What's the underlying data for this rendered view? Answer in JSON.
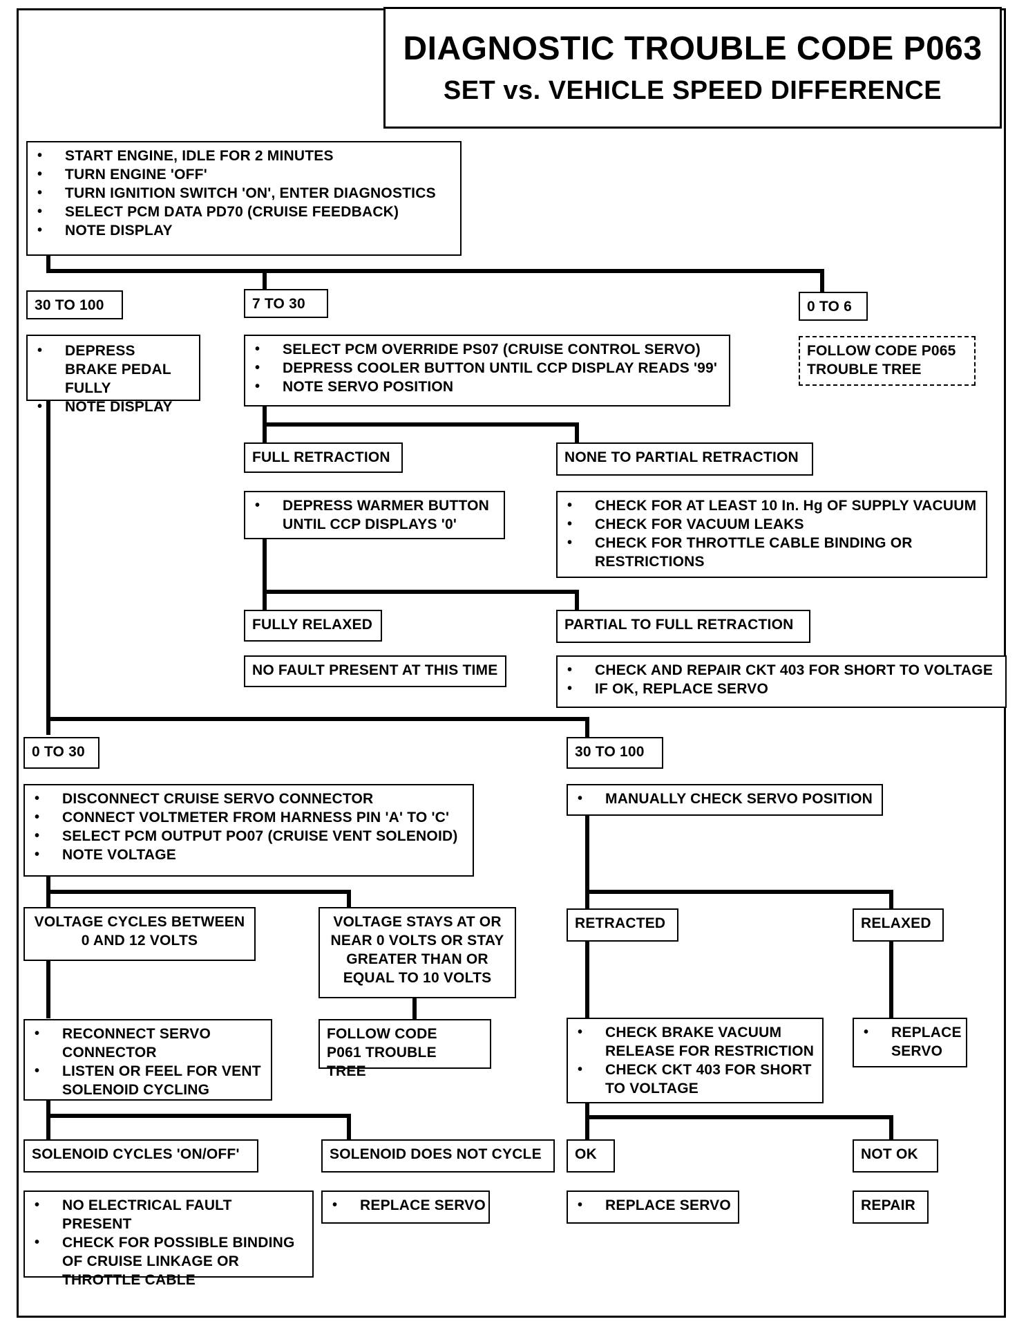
{
  "title": "DIAGNOSTIC TROUBLE CODE P063",
  "subtitle": "SET vs. VEHICLE SPEED DIFFERENCE",
  "steps": {
    "start": [
      "START ENGINE, IDLE FOR 2 MINUTES",
      "TURN ENGINE 'OFF'",
      "TURN IGNITION SWITCH 'ON', ENTER DIAGNOSTICS",
      "SELECT PCM DATA PD70 (CRUISE FEEDBACK)",
      "NOTE DISPLAY"
    ],
    "branch_30_100_a": "30 TO 100",
    "branch_7_30": "7 TO 30",
    "branch_0_6": "0 TO 6",
    "brake": [
      "DEPRESS BRAKE PEDAL FULLY",
      "NOTE DISPLAY"
    ],
    "override": [
      "SELECT PCM OVERRIDE PS07 (CRUISE CONTROL SERVO)",
      "DEPRESS COOLER BUTTON UNTIL CCP DISPLAY READS '99'",
      "NOTE SERVO POSITION"
    ],
    "follow_p065": "FOLLOW CODE P065 TROUBLE TREE",
    "full_retraction": "FULL RETRACTION",
    "none_partial": "NONE TO PARTIAL RETRACTION",
    "warmer": [
      "DEPRESS WARMER  BUTTON UNTIL CCP DISPLAYS '0'"
    ],
    "vacuum_checks": [
      "CHECK FOR AT LEAST 10 In. Hg OF SUPPLY VACUUM",
      "CHECK FOR VACUUM LEAKS",
      "CHECK FOR THROTTLE CABLE BINDING OR RESTRICTIONS"
    ],
    "fully_relaxed": "FULLY RELAXED",
    "partial_full": "PARTIAL TO FULL RETRACTION",
    "no_fault": "NO FAULT PRESENT AT THIS TIME",
    "ckt403_short": [
      "CHECK AND REPAIR CKT 403 FOR SHORT TO VOLTAGE",
      "IF OK, REPLACE SERVO"
    ],
    "branch_0_30": "0 TO 30",
    "branch_30_100_b": "30 TO 100",
    "disconnect": [
      "DISCONNECT CRUISE SERVO CONNECTOR",
      "CONNECT VOLTMETER FROM HARNESS PIN 'A' TO 'C'",
      "SELECT PCM OUTPUT PO07 (CRUISE VENT SOLENOID)",
      "NOTE VOLTAGE"
    ],
    "manual_check": [
      "MANUALLY CHECK SERVO POSITION"
    ],
    "voltage_cycles": "VOLTAGE CYCLES BETWEEN 0 AND 12 VOLTS",
    "voltage_stays": "VOLTAGE STAYS AT OR NEAR 0 VOLTS OR STAY GREATER THAN OR EQUAL TO 10 VOLTS",
    "retracted": "RETRACTED",
    "relaxed": "RELAXED",
    "reconnect": [
      "RECONNECT SERVO CONNECTOR",
      "LISTEN OR FEEL FOR VENT SOLENOID CYCLING"
    ],
    "follow_p061": "FOLLOW CODE P061 TROUBLE TREE",
    "brake_vacuum": [
      "CHECK BRAKE VACUUM RELEASE FOR RESTRICTION",
      "CHECK CKT 403 FOR SHORT TO VOLTAGE"
    ],
    "replace_servo_relaxed": [
      "REPLACE SERVO"
    ],
    "solenoid_cycles": "SOLENOID CYCLES 'ON/OFF'",
    "solenoid_not": "SOLENOID DOES NOT CYCLE",
    "ok": "OK",
    "not_ok": "NOT OK",
    "no_electrical": [
      "NO ELECTRICAL FAULT PRESENT",
      "CHECK FOR POSSIBLE BINDING OF CRUISE LINKAGE OR THROTTLE CABLE"
    ],
    "replace_servo_solenoid": [
      "REPLACE SERVO"
    ],
    "replace_servo_ok": [
      "REPLACE SERVO"
    ],
    "repair": "REPAIR"
  }
}
